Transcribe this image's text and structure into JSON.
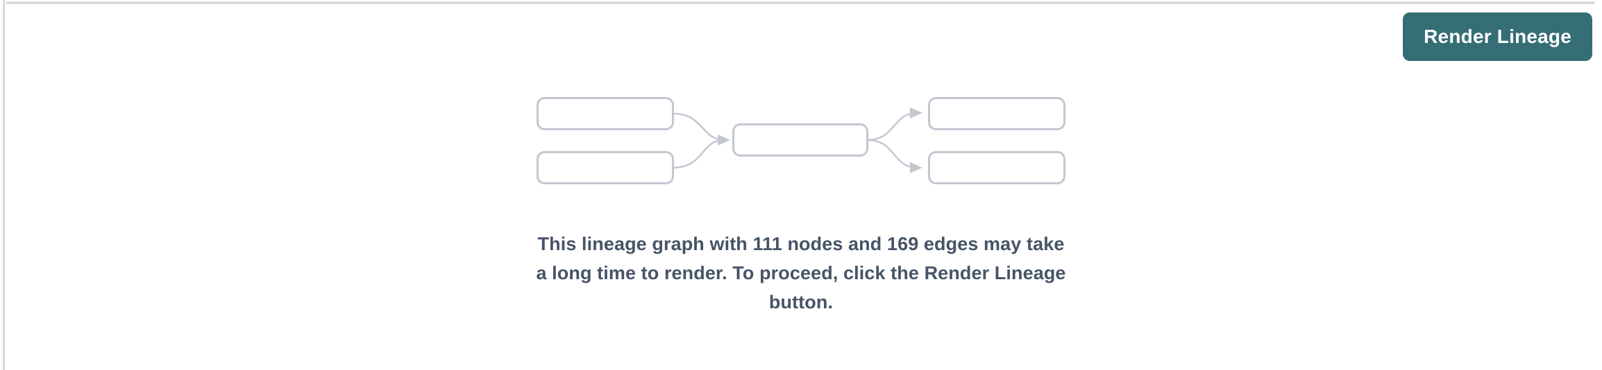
{
  "panel": {
    "toolbar": {
      "render_button_label": "Render Lineage"
    },
    "placeholder": {
      "node_count": "111",
      "edge_count": "169",
      "message": "This lineage graph with 111 nodes and 169 edges may take a long time to render. To proceed, click the Render Lineage button.",
      "message_lines": [
        "This lineage graph with 111 nodes and 169 edges may take",
        "a long time to render. To proceed, click the Render Lineage",
        "button."
      ]
    }
  },
  "colors": {
    "accent": "#356f75",
    "button-text": "#ffffff",
    "graph-border": "#c3c7d0",
    "message-text": "#475467",
    "divider": "#d5d5d9",
    "scrollbar": "#dcdde1"
  }
}
